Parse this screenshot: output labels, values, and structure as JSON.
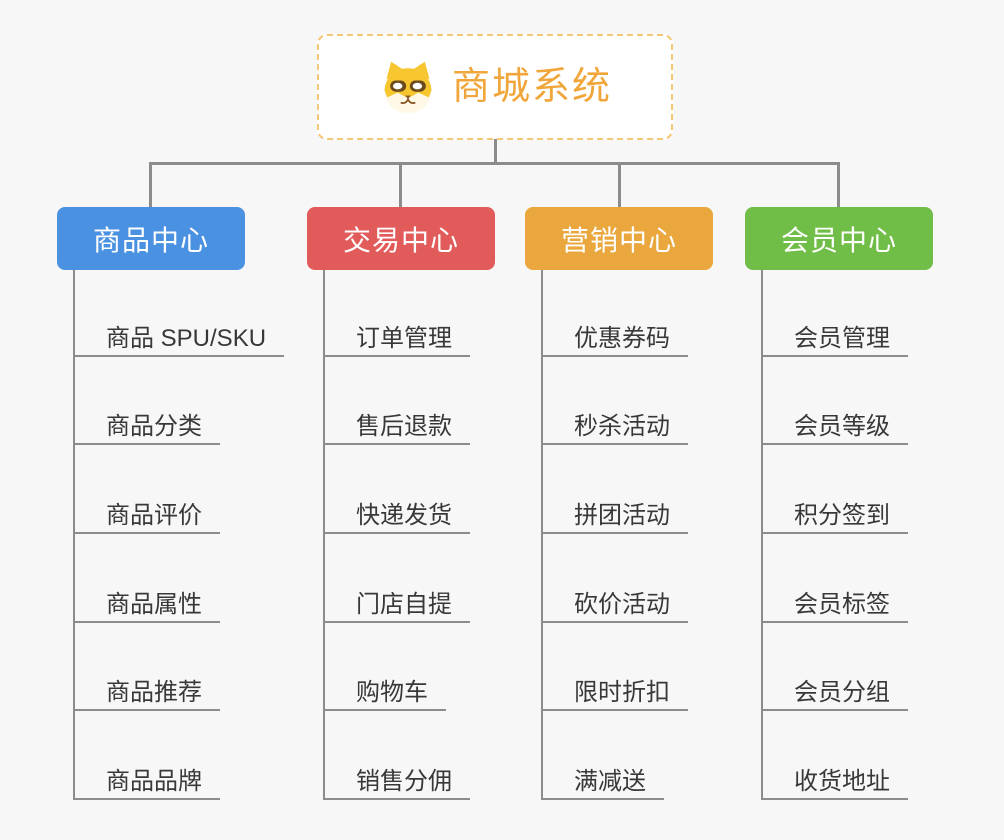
{
  "root": {
    "title": "商城系统",
    "icon": "dog-face-icon",
    "text_color": "#F0A63A",
    "border_color": "#F5C878"
  },
  "branches": [
    {
      "label": "商品中心",
      "color": "#4B91E2",
      "items": [
        "商品 SPU/SKU",
        "商品分类",
        "商品评价",
        "商品属性",
        "商品推荐",
        "商品品牌"
      ]
    },
    {
      "label": "交易中心",
      "color": "#E25B5B",
      "items": [
        "订单管理",
        "售后退款",
        "快递发货",
        "门店自提",
        "购物车",
        "销售分佣"
      ]
    },
    {
      "label": "营销中心",
      "color": "#E9A73E",
      "items": [
        "优惠券码",
        "秒杀活动",
        "拼团活动",
        "砍价活动",
        "限时折扣",
        "满减送"
      ]
    },
    {
      "label": "会员中心",
      "color": "#70BE47",
      "items": [
        "会员管理",
        "会员等级",
        "积分签到",
        "会员标签",
        "会员分组",
        "收货地址"
      ]
    }
  ],
  "colors": {
    "background": "#F7F7F7",
    "connector": "#8C8C8C",
    "leaf_text": "#383838"
  }
}
